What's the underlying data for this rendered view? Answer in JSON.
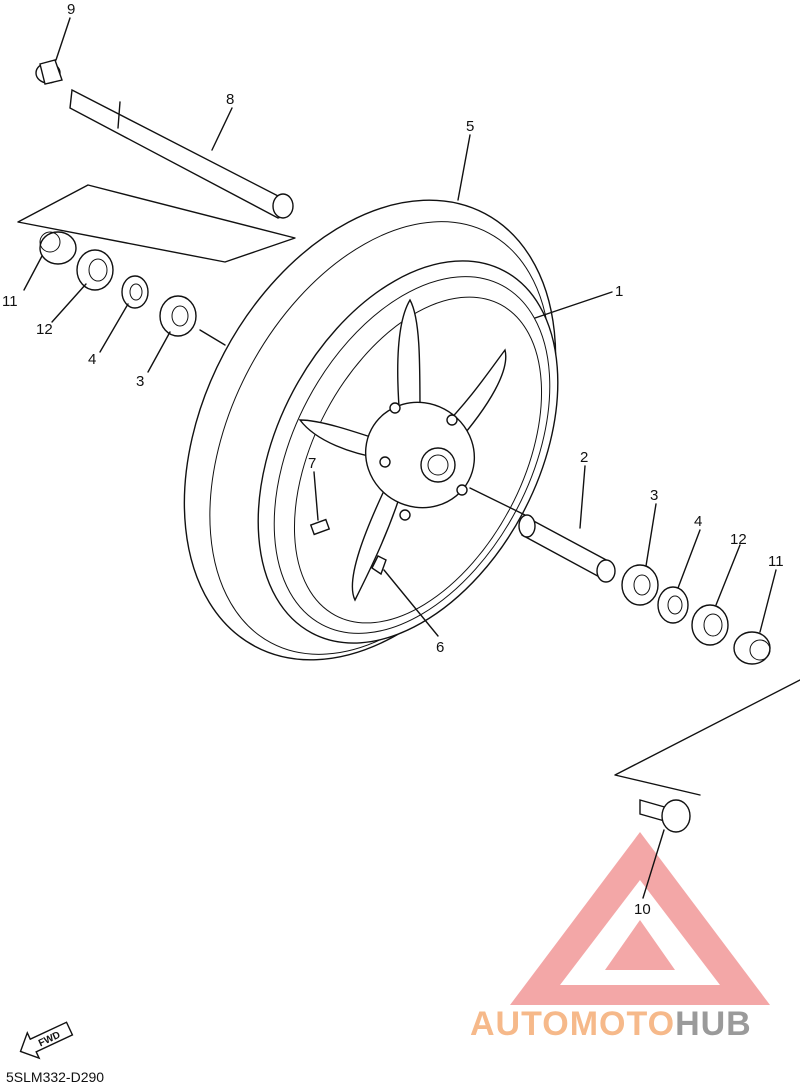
{
  "diagram": {
    "drawing_code": "5SLM332-D290",
    "fwd_label": "FWD",
    "callouts": {
      "n1": "1",
      "n2": "2",
      "n3a": "3",
      "n3b": "3",
      "n4a": "4",
      "n4b": "4",
      "n5": "5",
      "n6": "6",
      "n7": "7",
      "n8": "8",
      "n9": "9",
      "n10": "10",
      "n11a": "11",
      "n11b": "11",
      "n12a": "12",
      "n12b": "12"
    }
  },
  "watermark": {
    "word_part1": "AUTOMOTO",
    "word_part2": "HUB",
    "color_part1": "#f6b98a",
    "color_part2": "#9a9a9a",
    "logo_color": "#f08a8a"
  }
}
